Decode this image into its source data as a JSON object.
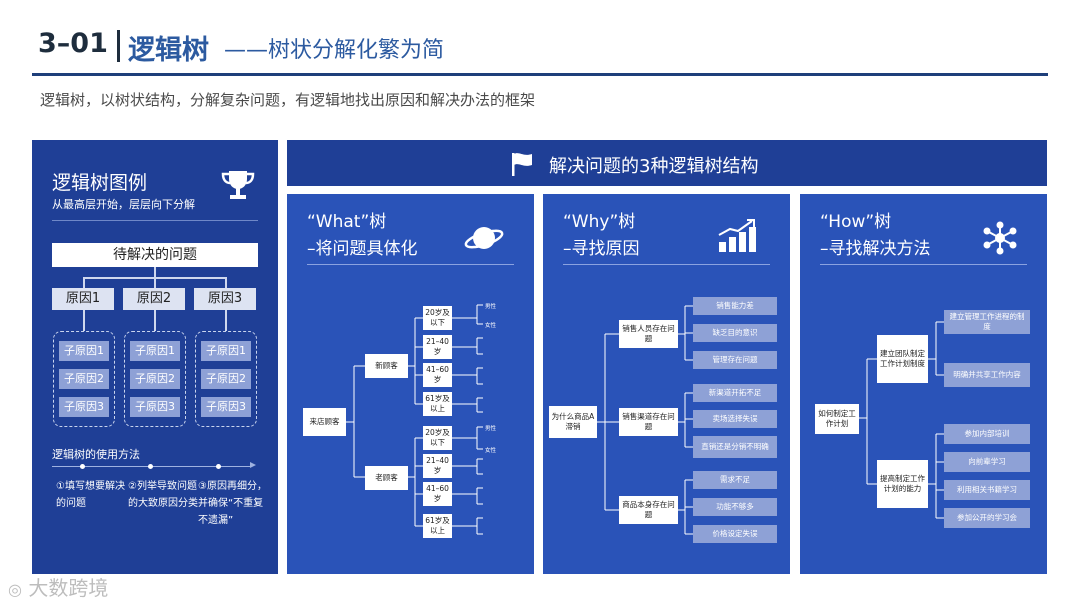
{
  "header": {
    "number": "3–01",
    "title": "逻辑树",
    "subtitle": "——树状分解化繁为简",
    "description": "逻辑树，以树状结构，分解复杂问题，有逻辑地找出原因和解决办法的框架"
  },
  "legend": {
    "title": "逻辑树图例",
    "caption": "从最高层开始，层层向下分解",
    "root": "待解决的问题",
    "causes": [
      "原因1",
      "原因2",
      "原因3"
    ],
    "subcauses": [
      "子原因1",
      "子原因2",
      "子原因3"
    ],
    "usage_title": "逻辑树的使用方法",
    "steps": [
      "①填写想要解决的问题",
      "②列举导致问题的大致原因分类",
      "③原因再细分，并确保“不重复 不遗漏”"
    ]
  },
  "banner": {
    "title": "解决问题的3种逻辑树结构",
    "icon": "flag-icon"
  },
  "what_tree": {
    "title": "“What”树",
    "subtitle": "–将问题具体化",
    "icon": "planet-icon",
    "root": "来店顾客",
    "branches": [
      "新顾客",
      "老顾客"
    ],
    "ages": [
      "20岁及以下",
      "21–40岁",
      "41–60岁",
      "61岁及以上"
    ],
    "genders": [
      "男性",
      "女性"
    ]
  },
  "why_tree": {
    "title": "“Why”树",
    "subtitle": "–寻找原因",
    "icon": "bar-chart-icon",
    "root": "为什么商品A滞销",
    "groups": [
      {
        "label": "销售人员存在问题",
        "items": [
          "销售能力差",
          "缺乏目的意识",
          "管理存在问题"
        ]
      },
      {
        "label": "销售渠道存在问题",
        "items": [
          "新渠道开拓不足",
          "卖场选择失误",
          "直销还是分销不明确"
        ]
      },
      {
        "label": "商品本身存在问题",
        "items": [
          "需求不足",
          "功能不够多",
          "价格设定失误"
        ]
      }
    ]
  },
  "how_tree": {
    "title": "“How”树",
    "subtitle": "–寻找解决方法",
    "icon": "network-icon",
    "root": "如何制定工作计划",
    "groups": [
      {
        "label": "建立团队制定工作计划制度",
        "items": [
          "建立管理工作进程的制度",
          "明确并共享工作内容"
        ]
      },
      {
        "label": "提高制定工作计划的能力",
        "items": [
          "参加内部培训",
          "向前辈学习",
          "利用相关书籍学习",
          "参加公开的学习会"
        ]
      }
    ]
  },
  "watermark": "大数跨境"
}
